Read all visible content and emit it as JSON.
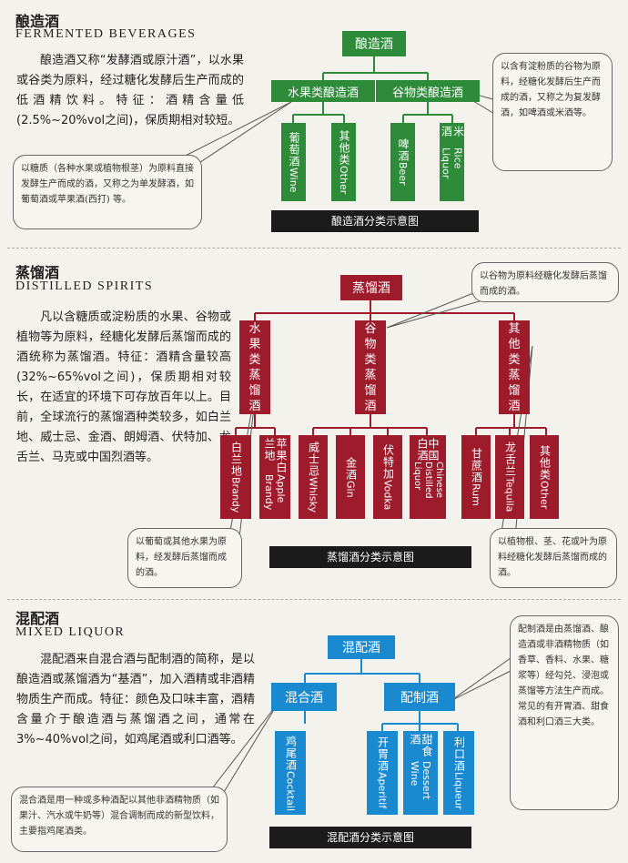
{
  "s1": {
    "title_cn": "酿造酒",
    "title_en": "FERMENTED BEVERAGES",
    "paragraph": "酿造酒又称“发酵酒或原汁酒”，以水果或谷类为原料，经过糖化发酵后生产而成的低酒精饮料。特征：酒精含量低(2.5%~20%vol之间)，保质期相对较短。",
    "note_left": "以糖质（各种水果或植物根茎）为原料直接发酵生产而成的酒，又称之为单发酵酒，如葡萄酒或苹果酒(西打) 等。",
    "note_right": "以含有淀粉质的谷物为原料，经糖化发酵后生产而成的酒，又称之为复发酵酒，如啤酒或米酒等。",
    "root": "酿造酒",
    "branch1": "水果类酿造酒",
    "branch2": "谷物类酿造酒",
    "leaves": [
      {
        "cn": "葡萄酒",
        "en": "Wine"
      },
      {
        "cn": "其他类",
        "en": "Other"
      },
      {
        "cn": "啤酒",
        "en": "Beer"
      },
      {
        "cn": "米酒",
        "en": "Rice Liquor"
      }
    ],
    "caption": "酿造酒分类示意图",
    "color": "#2e8b3a"
  },
  "s2": {
    "title_cn": "蒸馏酒",
    "title_en": "DISTILLED SPIRITS",
    "paragraph": "凡以含糖质或淀粉质的水果、谷物或植物等为原料，经糖化发酵后蒸馏而成的酒统称为蒸馏酒。特征：酒精含量较高(32%~65%vol之间)，保质期相对较长，在适宜的环境下可存放百年以上。目前，全球流行的蒸馏酒种类较多，如白兰地、威士忌、金酒、朗姆酒、伏特加、龙舌兰、马克或中国烈酒等。",
    "note_top": "以谷物为原料经糖化发酵后蒸馏而成的酒。",
    "note_left": "以葡萄或其他水果为原料，经发酵后蒸馏而成的酒。",
    "note_right": "以植物根、茎、花或叶为原料经糖化发酵后蒸馏而成的酒。",
    "root": "蒸馏酒",
    "branch1": "水果类蒸馏酒",
    "branch2": "谷物类蒸馏酒",
    "branch3": "其他类蒸馏酒",
    "leaves": [
      {
        "cn": "白兰地",
        "en": "Brandy"
      },
      {
        "cn": "苹果白兰地",
        "en": "Apple Brandy"
      },
      {
        "cn": "威士忌",
        "en": "Whisky"
      },
      {
        "cn": "金酒",
        "en": "Gin"
      },
      {
        "cn": "伏特加",
        "en": "Vodka"
      },
      {
        "cn": "中国白酒",
        "en": "Chinese Distilled Liquor"
      },
      {
        "cn": "甘蔗酒",
        "en": "Rum"
      },
      {
        "cn": "龙舌兰",
        "en": "Tequila"
      },
      {
        "cn": "其他类",
        "en": "Other"
      }
    ],
    "caption": "蒸馏酒分类示意图",
    "color": "#9e1b2c"
  },
  "s3": {
    "title_cn": "混配酒",
    "title_en": "MIXED LIQUOR",
    "paragraph": "混配酒来自混合酒与配制酒的简称，是以酿造酒或蒸馏酒为“基酒”，加入酒精或非酒精物质生产而成。特征：颜色及口味丰富，酒精含量介于酿造酒与蒸馏酒之间，通常在3%~40%vol之间，如鸡尾酒或利口酒等。",
    "note_left": "混合酒是用一种或多种酒配以其他非酒精物质（如果汁、汽水或牛奶等）混合调制而成的新型饮料，主要指鸡尾酒类。",
    "note_right": "配制酒是由蒸馏酒、酿造酒或非酒精物质（如香草、香料、水果、糖浆等）经勾兑、浸泡或蒸馏等方法生产而成。常见的有开胃酒、甜食酒和利口酒三大类。",
    "root": "混配酒",
    "branch1": "混合酒",
    "branch2": "配制酒",
    "leaves": [
      {
        "cn": "鸡尾酒",
        "en": "Cocktail"
      },
      {
        "cn": "开胃酒",
        "en": "Aperitif"
      },
      {
        "cn": "甜食酒",
        "en": "Dessert Wine"
      },
      {
        "cn": "利口酒",
        "en": "Liqueur"
      }
    ],
    "caption": "混配酒分类示意图",
    "color": "#1a8ad0"
  }
}
